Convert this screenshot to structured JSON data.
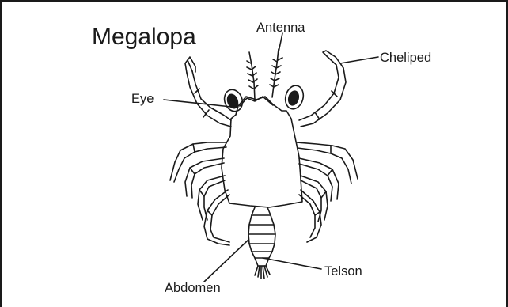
{
  "title": "Megalopa",
  "labels": {
    "antenna": "Antenna",
    "cheliped": "Cheliped",
    "eye": "Eye",
    "telson": "Telson",
    "abdomen": "Abdomen"
  },
  "colors": {
    "ink": "#1a1a1a",
    "background": "#ffffff"
  }
}
